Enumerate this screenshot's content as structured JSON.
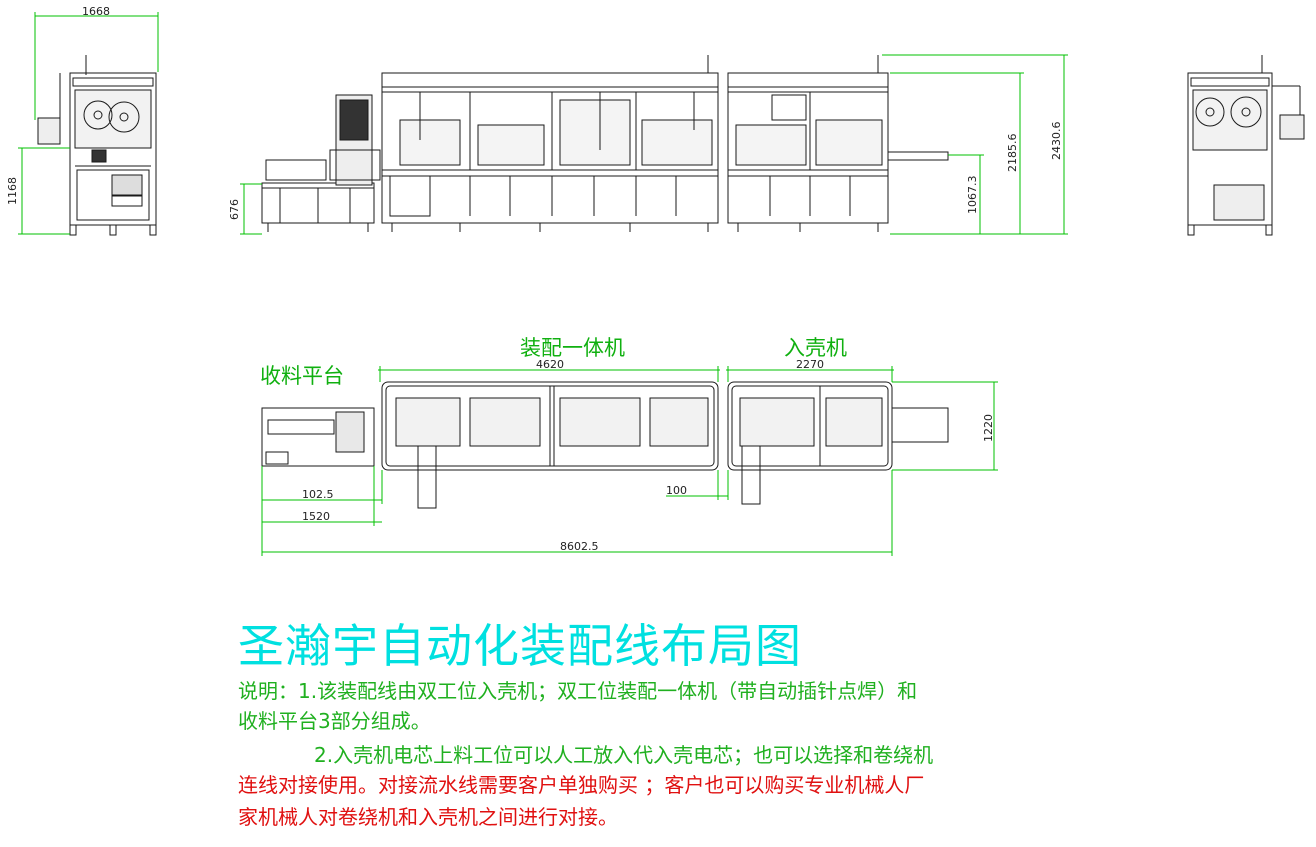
{
  "labels": {
    "receiving_platform": "收料平台",
    "assembly_machine": "装配一体机",
    "casing_machine": "入壳机"
  },
  "dimensions": {
    "d1668": "1668",
    "d1168": "1168",
    "d676": "676",
    "d1067": "1067.3",
    "d2185": "2185.6",
    "d2430": "2430.6",
    "d4620": "4620",
    "d2270": "2270",
    "d1220": "1220",
    "d102": "102.5",
    "d1520": "1520",
    "d100": "100",
    "d8602": "8602.5"
  },
  "title": "圣瀚宇自动化装配线布局图",
  "notes": {
    "line1": "说明：1.该装配线由双工位入壳机；双工位装配一体机（带自动插针点焊）和",
    "line2": "收料平台3部分组成。",
    "line3": "2.入壳机电芯上料工位可以人工放入代入壳电芯；也可以选择和卷绕机",
    "line4a": "连线对接使用。对接流水线需要客户单独购买",
    "line4b": "；客户也可以购买专业机械人厂",
    "line5": "家机械人对卷绕机和入壳机之间进行对接。"
  },
  "colors": {
    "dimension_lines": "#00c000",
    "drawing_lines": "#1a1a1a",
    "title": "#00e0e0",
    "note_green": "#20b020",
    "note_red": "#e01010"
  }
}
